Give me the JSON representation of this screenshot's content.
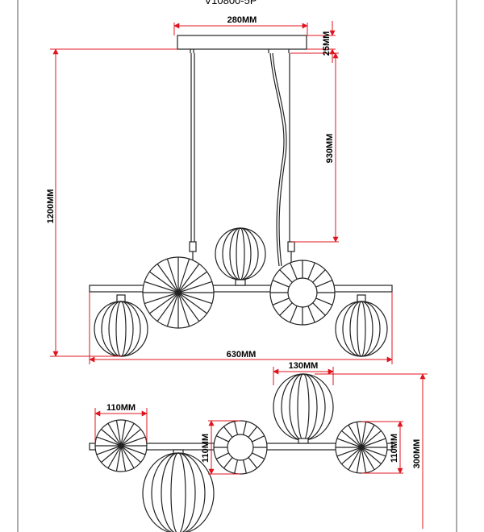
{
  "drawing": {
    "model_code": "V10800-5P",
    "front_view": {
      "canopy_width": "280MM",
      "canopy_height": "25MM",
      "cable_length": "930MM",
      "total_height": "1200MM",
      "total_width": "630MM"
    },
    "top_view": {
      "small_shade_diameter": "110MM",
      "large_shade_diameter": "130MM",
      "disc_shade_diameter": "110MM",
      "right_shade_diameter": "110MM",
      "total_depth": "300MM"
    }
  },
  "colors": {
    "dimension_line": "#e0141e",
    "drawing_line": "#222222",
    "frame": "#555555"
  }
}
